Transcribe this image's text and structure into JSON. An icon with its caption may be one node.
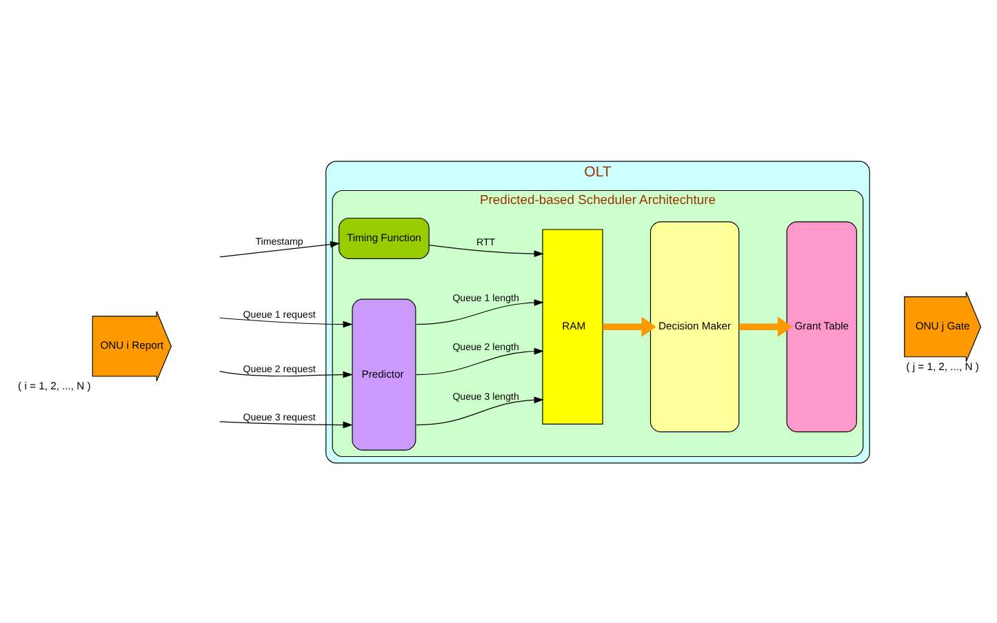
{
  "diagram": {
    "nodes": [
      {
        "text": [
          "OLT"
        ]
      },
      {
        "text": [
          "Predicted-based Scheduler Architechture"
        ],
        "in": 0
      },
      {
        "text": [
          "Timing Function"
        ],
        "in": 1
      },
      {
        "text": [
          "Predictor"
        ],
        "in": 1
      },
      {
        "text": [
          "RAM"
        ],
        "in": 1
      },
      {
        "text": [
          "Decision Maker"
        ],
        "in": 1
      },
      {
        "text": [
          "Grant Table"
        ],
        "in": 1
      },
      {
        "text": [
          "ONU i Report"
        ],
        "beside": [
          "( i = 1, 2, ..., N )"
        ]
      },
      {
        "text": [
          "ONU j Gate"
        ],
        "beside": [
          "( j = 1, 2, ..., N )"
        ]
      }
    ],
    "edges": [
      {
        "from": null,
        "to": 2,
        "arrow": "to",
        "label": "Timestamp"
      },
      {
        "from": 2,
        "to": 4,
        "arrow": "to",
        "label": "RTT"
      },
      {
        "from": null,
        "to": 3,
        "arrow": "to",
        "label": "Queue 1 request"
      },
      {
        "from": null,
        "to": 3,
        "arrow": "to",
        "label": "Queue 2 request"
      },
      {
        "from": null,
        "to": 3,
        "arrow": "to",
        "label": "Queue 3 request"
      },
      {
        "from": 3,
        "to": 4,
        "arrow": "to",
        "label": "Queue 1 length"
      },
      {
        "from": 3,
        "to": 4,
        "arrow": "to",
        "label": "Queue 2 length"
      },
      {
        "from": 3,
        "to": 4,
        "arrow": "to",
        "label": "Queue 3 length"
      },
      {
        "from": 4,
        "to": 5,
        "arrow": "to",
        "style": "thick",
        "color": "#ff9900"
      },
      {
        "from": 5,
        "to": 6,
        "arrow": "to",
        "style": "thick",
        "color": "#ff9900"
      }
    ]
  }
}
